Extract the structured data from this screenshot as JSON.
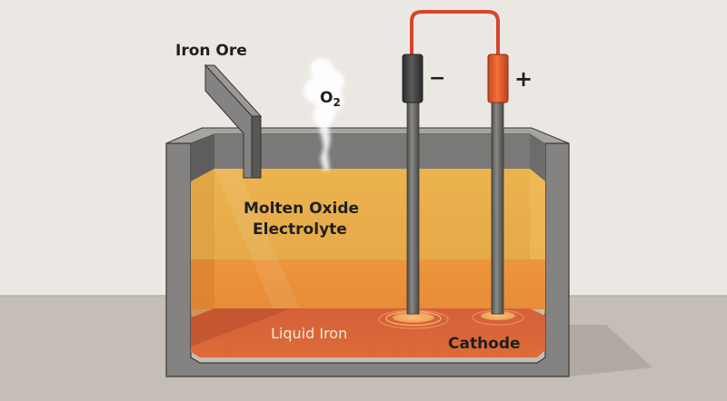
{
  "diagram": {
    "title": "Molten Oxide Electrolysis Cell",
    "labels": {
      "iron_ore": "Iron Ore",
      "oxygen": "O",
      "oxygen_subscript": "2",
      "electrolyte_line1": "Molten Oxide",
      "electrolyte_line2": "Electrolyte",
      "liquid_iron": "Liquid Iron",
      "cathode": "Cathode",
      "negative_terminal": "−",
      "positive_terminal": "+"
    },
    "components": [
      {
        "id": "vessel",
        "name": "Refractory vessel"
      },
      {
        "id": "ore-feed-chute",
        "name": "Iron ore feed chute"
      },
      {
        "id": "oxygen-plume",
        "name": "Oxygen gas plume"
      },
      {
        "id": "electrode-negative",
        "name": "Negative electrode",
        "polarity": "negative"
      },
      {
        "id": "electrode-positive",
        "name": "Positive electrode",
        "polarity": "positive"
      },
      {
        "id": "wire",
        "name": "Connecting wire"
      },
      {
        "id": "electrolyte-layer",
        "name": "Molten oxide electrolyte"
      },
      {
        "id": "iron-layer",
        "name": "Liquid iron pool"
      }
    ],
    "colors": {
      "background": "#ebe7e2",
      "floor": "#c5beb6",
      "vessel": "#858381",
      "vessel_dark": "#5f5d5b",
      "vessel_top": "#a9a7a4",
      "electrolyte": "#e9b14f",
      "electrolyte_lower": "#e8923a",
      "liquid_iron": "#d9663a",
      "wire": "#d6452a",
      "sleeve_negative": "#3d3d3d",
      "sleeve_positive": "#e05a2a",
      "rod": "#6b6a68",
      "text_dark": "#1f1f1f",
      "text_light": "#f6e6d8"
    }
  }
}
